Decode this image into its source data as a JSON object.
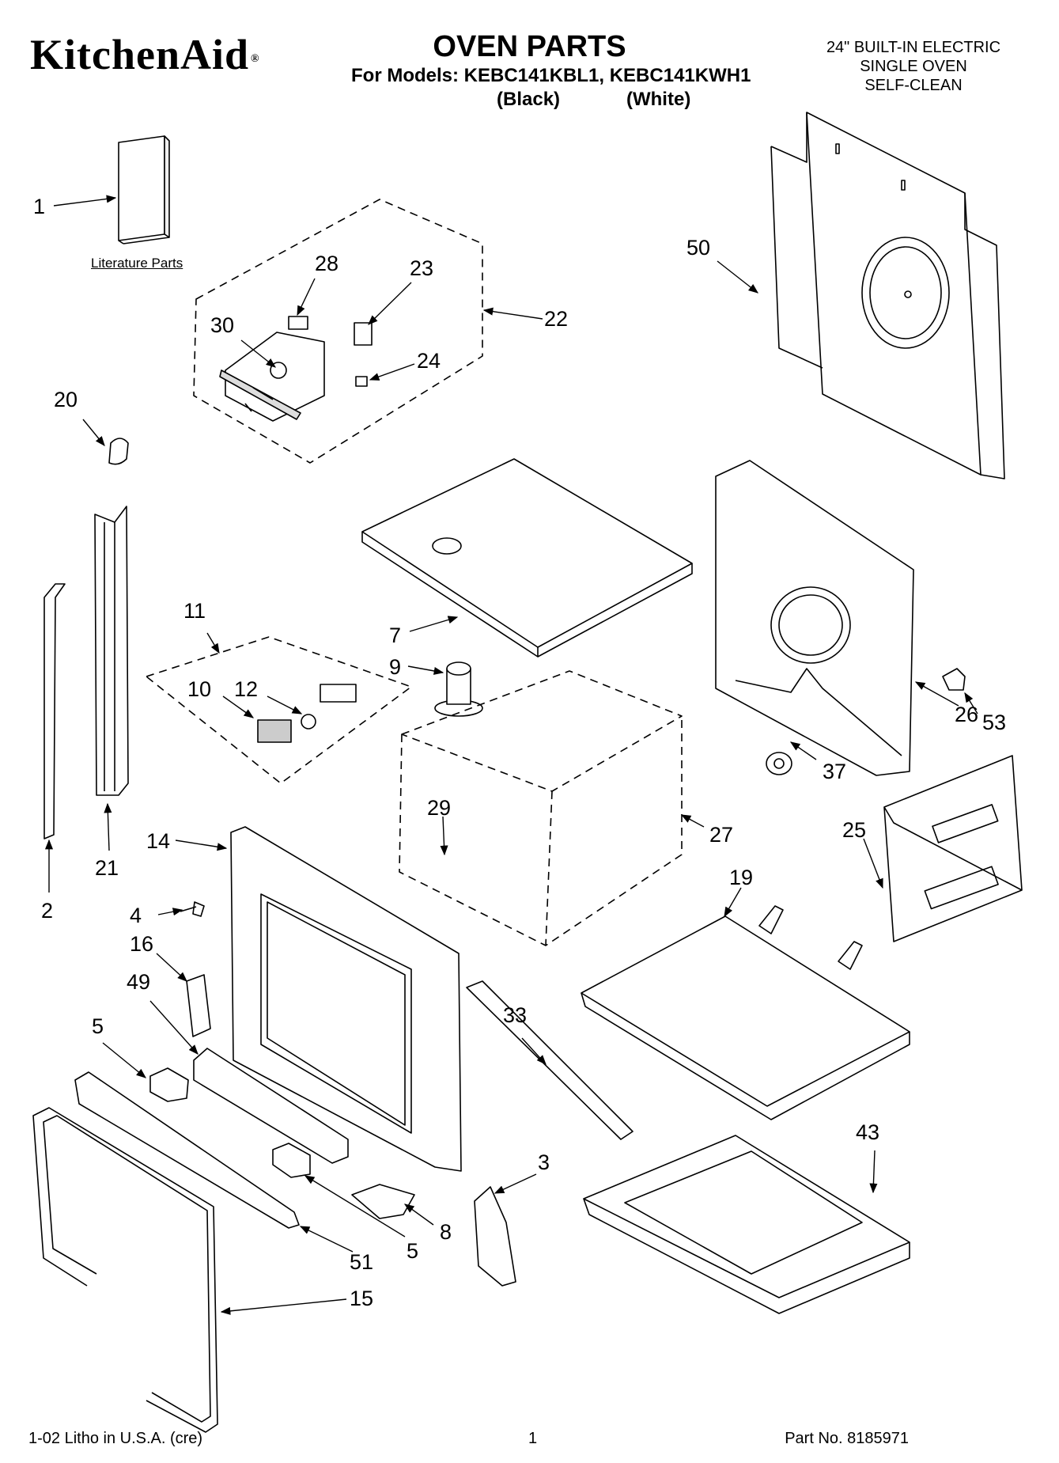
{
  "header": {
    "brand": "KitchenAid",
    "brand_mark": "®",
    "title": "OVEN PARTS",
    "models_line": "For Models: KEBC141KBL1, KEBC141KWH1",
    "model_colors": [
      "(Black)",
      "(White)"
    ],
    "description": [
      "24\" BUILT-IN ELECTRIC",
      "SINGLE OVEN",
      "SELF-CLEAN"
    ]
  },
  "literature_label": "Literature Parts",
  "callouts": [
    {
      "id": "c1",
      "text": "1"
    },
    {
      "id": "c28",
      "text": "28"
    },
    {
      "id": "c23",
      "text": "23"
    },
    {
      "id": "c22",
      "text": "22"
    },
    {
      "id": "c30",
      "text": "30"
    },
    {
      "id": "c24",
      "text": "24"
    },
    {
      "id": "c50",
      "text": "50"
    },
    {
      "id": "c20",
      "text": "20"
    },
    {
      "id": "c11",
      "text": "11"
    },
    {
      "id": "c12",
      "text": "12"
    },
    {
      "id": "c10",
      "text": "10"
    },
    {
      "id": "c7",
      "text": "7"
    },
    {
      "id": "c9",
      "text": "9"
    },
    {
      "id": "c53",
      "text": "53"
    },
    {
      "id": "c26",
      "text": "26"
    },
    {
      "id": "c37",
      "text": "37"
    },
    {
      "id": "c29",
      "text": "29"
    },
    {
      "id": "c27",
      "text": "27"
    },
    {
      "id": "c25",
      "text": "25"
    },
    {
      "id": "c14",
      "text": "14"
    },
    {
      "id": "c19",
      "text": "19"
    },
    {
      "id": "c21",
      "text": "21"
    },
    {
      "id": "c2",
      "text": "2"
    },
    {
      "id": "c4",
      "text": "4"
    },
    {
      "id": "c16",
      "text": "16"
    },
    {
      "id": "c49",
      "text": "49"
    },
    {
      "id": "c33",
      "text": "33"
    },
    {
      "id": "c5a",
      "text": "5"
    },
    {
      "id": "c43",
      "text": "43"
    },
    {
      "id": "c3",
      "text": "3"
    },
    {
      "id": "c8",
      "text": "8"
    },
    {
      "id": "c51",
      "text": "51"
    },
    {
      "id": "c5b",
      "text": "5"
    },
    {
      "id": "c15",
      "text": "15"
    }
  ],
  "footer": {
    "left": "1-02 Litho in U.S.A. (cre)",
    "page": "1",
    "part_no": "Part No. 8185971"
  }
}
